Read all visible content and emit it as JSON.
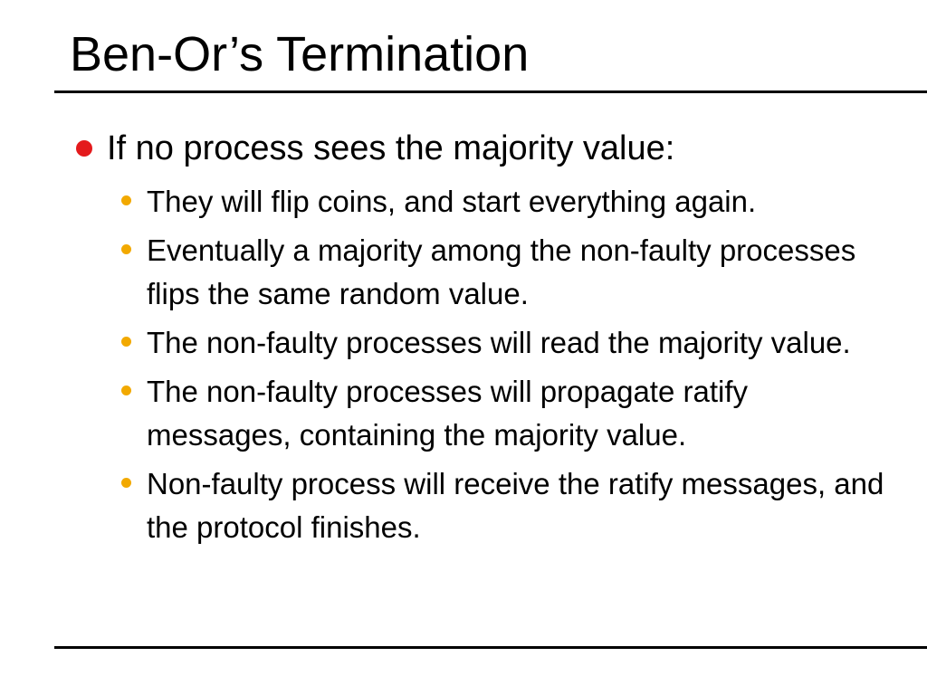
{
  "slide": {
    "title": "Ben-Or’s Termination",
    "bullet_colors": {
      "level1": "#e41a1c",
      "level2": "#f2a900"
    },
    "main_point": "If no process sees the majority value:",
    "sub_points": [
      "They will flip coins, and start everything again.",
      "Eventually a majority among the non-faulty processes flips the same random value.",
      "The non-faulty processes will read the majority value.",
      "The non-faulty processes will propagate ratify messages, containing the majority value.",
      "Non-faulty process will receive the ratify messages, and the protocol finishes."
    ]
  }
}
